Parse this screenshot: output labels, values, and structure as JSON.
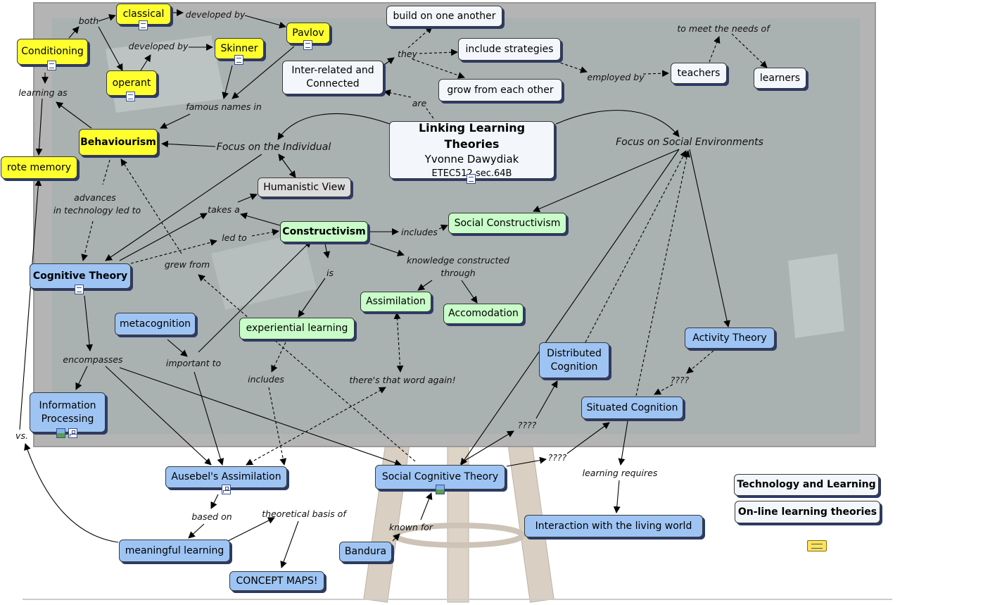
{
  "colors": {
    "concept_yellow": "#ffff2e",
    "concept_blue": "#9ec4f3",
    "concept_green": "#c8fcc8",
    "concept_white": "#f3f7fb",
    "board_frame": "#b4b4b4",
    "board_surface": "#a9b1b1"
  },
  "title_node": {
    "title": "Linking Learning Theories",
    "author": "Yvonne Dawydiak",
    "course": "ETEC512 sec.64B"
  },
  "concepts": {
    "classical": "classical",
    "pavlov": "Pavlov",
    "conditioning": "Conditioning",
    "skinner": "Skinner",
    "operant": "operant",
    "behaviourism": "Behaviourism",
    "rote_memory": "rote memory",
    "cognitive_theory": "Cognitive Theory",
    "metacognition": "metacognition",
    "information_processing": "Information Processing",
    "ausebels_assimilation": "Ausebel's Assimilation",
    "meaningful_learning": "meaningful learning",
    "concept_maps": "CONCEPT MAPS!",
    "build_on_one_another": "build on one another",
    "include_strategies": "include strategies",
    "grow_from_each_other": "grow from each other",
    "inter_related": "Inter-related and Connected",
    "teachers": "teachers",
    "learners": "learners",
    "humanistic_view": "Humanistic View",
    "constructivism": "Constructivism",
    "social_constructivism": "Social Constructivism",
    "assimilation": "Assimilation",
    "accomodation": "Accomodation",
    "experiential_learning": "experiential learning",
    "distributed_cognition": "Distributed Cognition",
    "activity_theory": "Activity Theory",
    "situated_cognition": "Situated Cognition",
    "social_cognitive_theory": "Social Cognitive Theory",
    "bandura": "Bandura",
    "interaction_living_world": "Interaction with the living world",
    "technology_and_learning": "Technology and Learning",
    "online_learning_theories": "On-line learning theories"
  },
  "links": {
    "both": "both",
    "developed_by_pavlov": "developed by",
    "developed_by_skinner": "developed by",
    "learning_as": "learning as",
    "famous_names_in": "famous names in",
    "focus_individual": "Focus on the Individual",
    "focus_social": "Focus on Social Environments",
    "advances": "advances",
    "in_tech": "in technology led to",
    "takes_a": "takes a",
    "led_to": "led to",
    "grew_from": "grew from",
    "includes_social": "includes",
    "knowledge_1": "knowledge constructed",
    "knowledge_2": "through",
    "is": "is",
    "encompasses": "encompasses",
    "important_to": "important to",
    "includes_exp": "includes",
    "word_again": "there's that word again!",
    "vs": "vs.",
    "based_on": "based on",
    "theoretical_basis": "theoretical basis of",
    "known_for": "known for",
    "they": "they",
    "are": "are",
    "employed_by": "employed by",
    "to_meet": "to meet the needs of",
    "q_distributed": "????",
    "q_situated": "????",
    "q_activity": "????",
    "learning_requires": "learning requires"
  }
}
